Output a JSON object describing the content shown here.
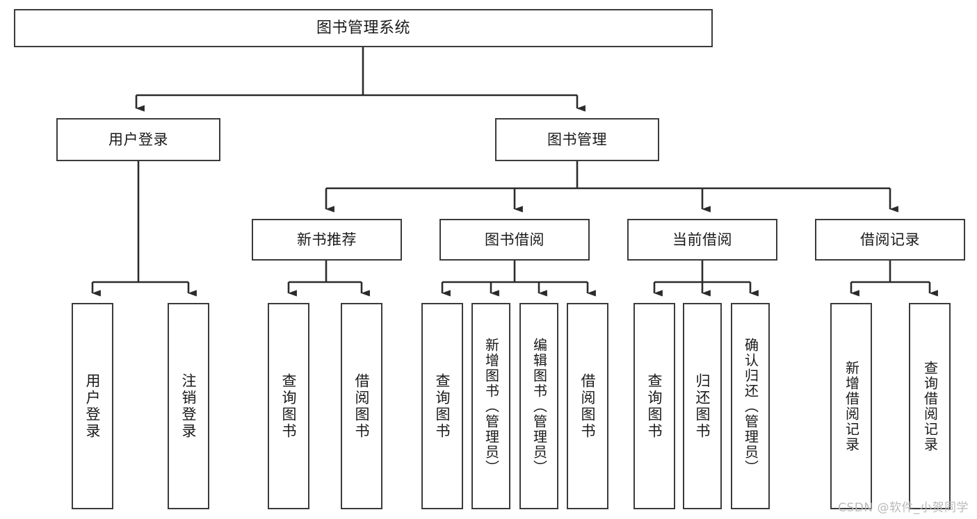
{
  "diagram": {
    "type": "tree",
    "title": "图书管理系统",
    "orientation": "top-down",
    "colors": {
      "box_border": "#3b3b3b",
      "box_fill": "#ffffff",
      "connector": "#2b2b2b",
      "background": "#ffffff",
      "watermark": "#b9b9b9"
    },
    "levels": [
      {
        "level": 1,
        "nodes": [
          {
            "id": "root",
            "label": "图书管理系统",
            "text_direction": "horizontal"
          }
        ]
      },
      {
        "level": 2,
        "nodes": [
          {
            "id": "login",
            "label": "用户登录",
            "text_direction": "horizontal",
            "parent": "root"
          },
          {
            "id": "bookmgmt",
            "label": "图书管理",
            "text_direction": "horizontal",
            "parent": "root"
          }
        ]
      },
      {
        "level": 3,
        "nodes": [
          {
            "id": "newbook",
            "label": "新书推荐",
            "text_direction": "horizontal",
            "parent": "bookmgmt"
          },
          {
            "id": "borrow",
            "label": "图书借阅",
            "text_direction": "horizontal",
            "parent": "bookmgmt"
          },
          {
            "id": "current",
            "label": "当前借阅",
            "text_direction": "horizontal",
            "parent": "bookmgmt"
          },
          {
            "id": "records",
            "label": "借阅记录",
            "text_direction": "horizontal",
            "parent": "bookmgmt"
          }
        ]
      },
      {
        "level": 4,
        "nodes": [
          {
            "id": "leaf1",
            "label": "用户登录",
            "text_direction": "vertical",
            "parent": "login"
          },
          {
            "id": "leaf2",
            "label": "注销登录",
            "text_direction": "vertical",
            "parent": "login"
          },
          {
            "id": "leaf3",
            "label": "查询图书",
            "text_direction": "vertical",
            "parent": "newbook"
          },
          {
            "id": "leaf4",
            "label": "借阅图书",
            "text_direction": "vertical",
            "parent": "newbook"
          },
          {
            "id": "leaf5",
            "label": "查询图书",
            "text_direction": "vertical",
            "parent": "borrow"
          },
          {
            "id": "leaf6",
            "label": "新增图书（管理员）",
            "text_direction": "vertical",
            "parent": "borrow"
          },
          {
            "id": "leaf7",
            "label": "编辑图书（管理员）",
            "text_direction": "vertical",
            "parent": "borrow"
          },
          {
            "id": "leaf8",
            "label": "借阅图书",
            "text_direction": "vertical",
            "parent": "borrow"
          },
          {
            "id": "leaf9",
            "label": "查询图书",
            "text_direction": "vertical",
            "parent": "current"
          },
          {
            "id": "leaf10",
            "label": "归还图书",
            "text_direction": "vertical",
            "parent": "current"
          },
          {
            "id": "leaf11",
            "label": "确认归还（管理员）",
            "text_direction": "vertical",
            "parent": "current"
          },
          {
            "id": "leaf12",
            "label": "新增借阅记录",
            "text_direction": "vertical",
            "parent": "records"
          },
          {
            "id": "leaf13",
            "label": "查询借阅记录",
            "text_direction": "vertical",
            "parent": "records"
          }
        ]
      }
    ]
  },
  "watermark": {
    "text": "CSDN @软件_小贺同学"
  }
}
